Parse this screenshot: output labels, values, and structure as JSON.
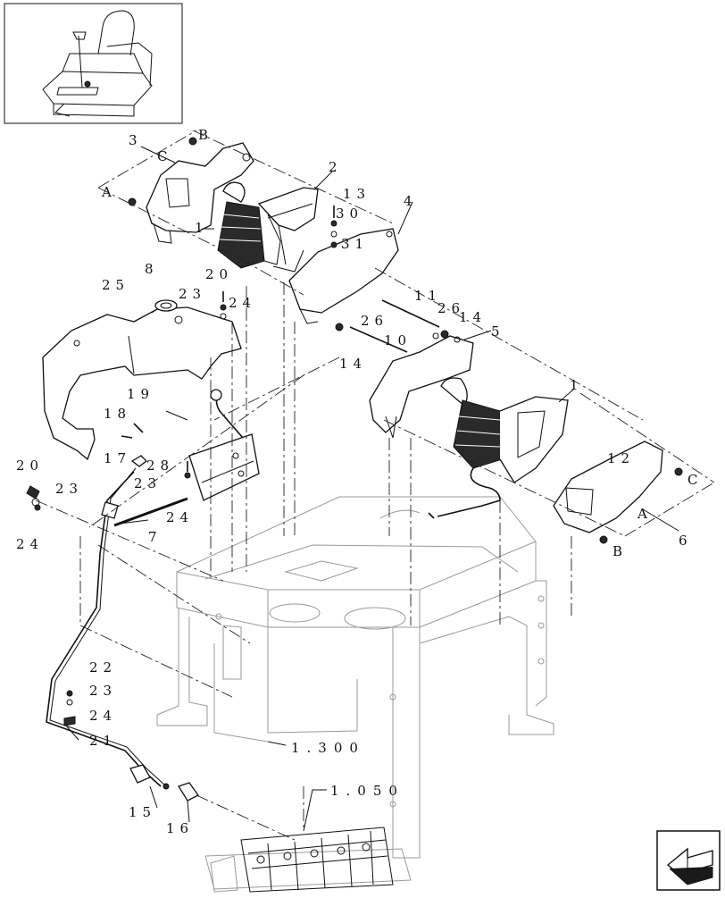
{
  "callouts": {
    "c3": "3",
    "cB_top": "B",
    "cC_top": "C",
    "cA_top": "A",
    "c2": "2",
    "c13": "13",
    "c30": "30",
    "c4": "4",
    "c31": "31",
    "c1_top": "1",
    "c20_top": "20",
    "c8": "8",
    "c25": "25",
    "c23_top": "23",
    "c24_top": "24",
    "c11": "11",
    "c26a": "26",
    "c14a": "14",
    "c26b": "26",
    "c5": "5",
    "c10": "10",
    "c14b": "14",
    "c1_right": "1",
    "c19": "19",
    "c18": "18",
    "c17": "17",
    "c28": "28",
    "c23_mid": "23",
    "c24_mid": "24",
    "c7": "7",
    "c12": "12",
    "cC_right": "C",
    "cA_right": "A",
    "c6": "6",
    "cB_right": "B",
    "c20_left": "20",
    "c23_left": "23",
    "c24_left": "24",
    "c22": "22",
    "c23_low": "23",
    "c24_low": "24",
    "c21": "21",
    "c15": "15",
    "c16": "16"
  },
  "references": {
    "ref_1300": "1.300",
    "ref_1050": "1.050"
  },
  "icons": {
    "inset": "cab-seat-thumbnail-icon",
    "nav": "previous-page-arrow-icon"
  }
}
